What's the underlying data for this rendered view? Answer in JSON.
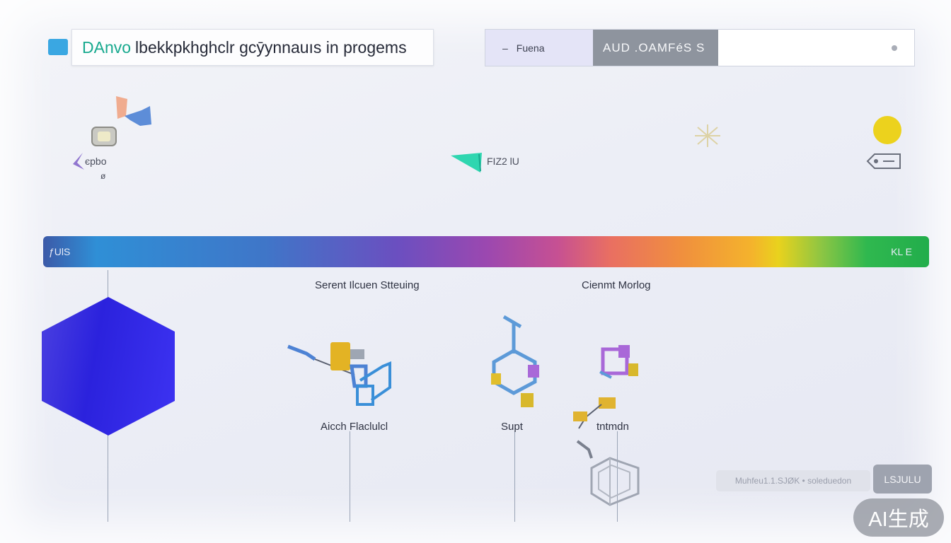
{
  "header": {
    "brand": "DAnvo",
    "title": "lbekkpkhghclr gcȳynnauıs in progems"
  },
  "search": {
    "mode_label": "Fuena",
    "tab_label": "AUD .OAMFéS S",
    "value": ""
  },
  "top_nodes": [
    {
      "label": "єpbo",
      "sub": "ø"
    },
    {
      "label": "FIZ2 lU"
    },
    {
      "label": ""
    }
  ],
  "spectrum": {
    "left_label": "ƒUlS",
    "right_label": "KL E"
  },
  "sections": {
    "left": "Serent  Ilcuen Stteuing",
    "right": "Cienmt Morlog"
  },
  "items": [
    {
      "label": "Aicch Flaclulcl"
    },
    {
      "label": "Supt"
    },
    {
      "label": "tntmdn"
    }
  ],
  "actions": {
    "generate_label": "Muhfeu1.1.SJØK • soleduedon",
    "confirm_label": "LSJULU"
  },
  "badge": "AI生成",
  "colors": {
    "accent_teal": "#17a98e",
    "hexagon": "#2b22dd",
    "sun": "#ecd21d",
    "arrow": "#2fd6b0"
  }
}
